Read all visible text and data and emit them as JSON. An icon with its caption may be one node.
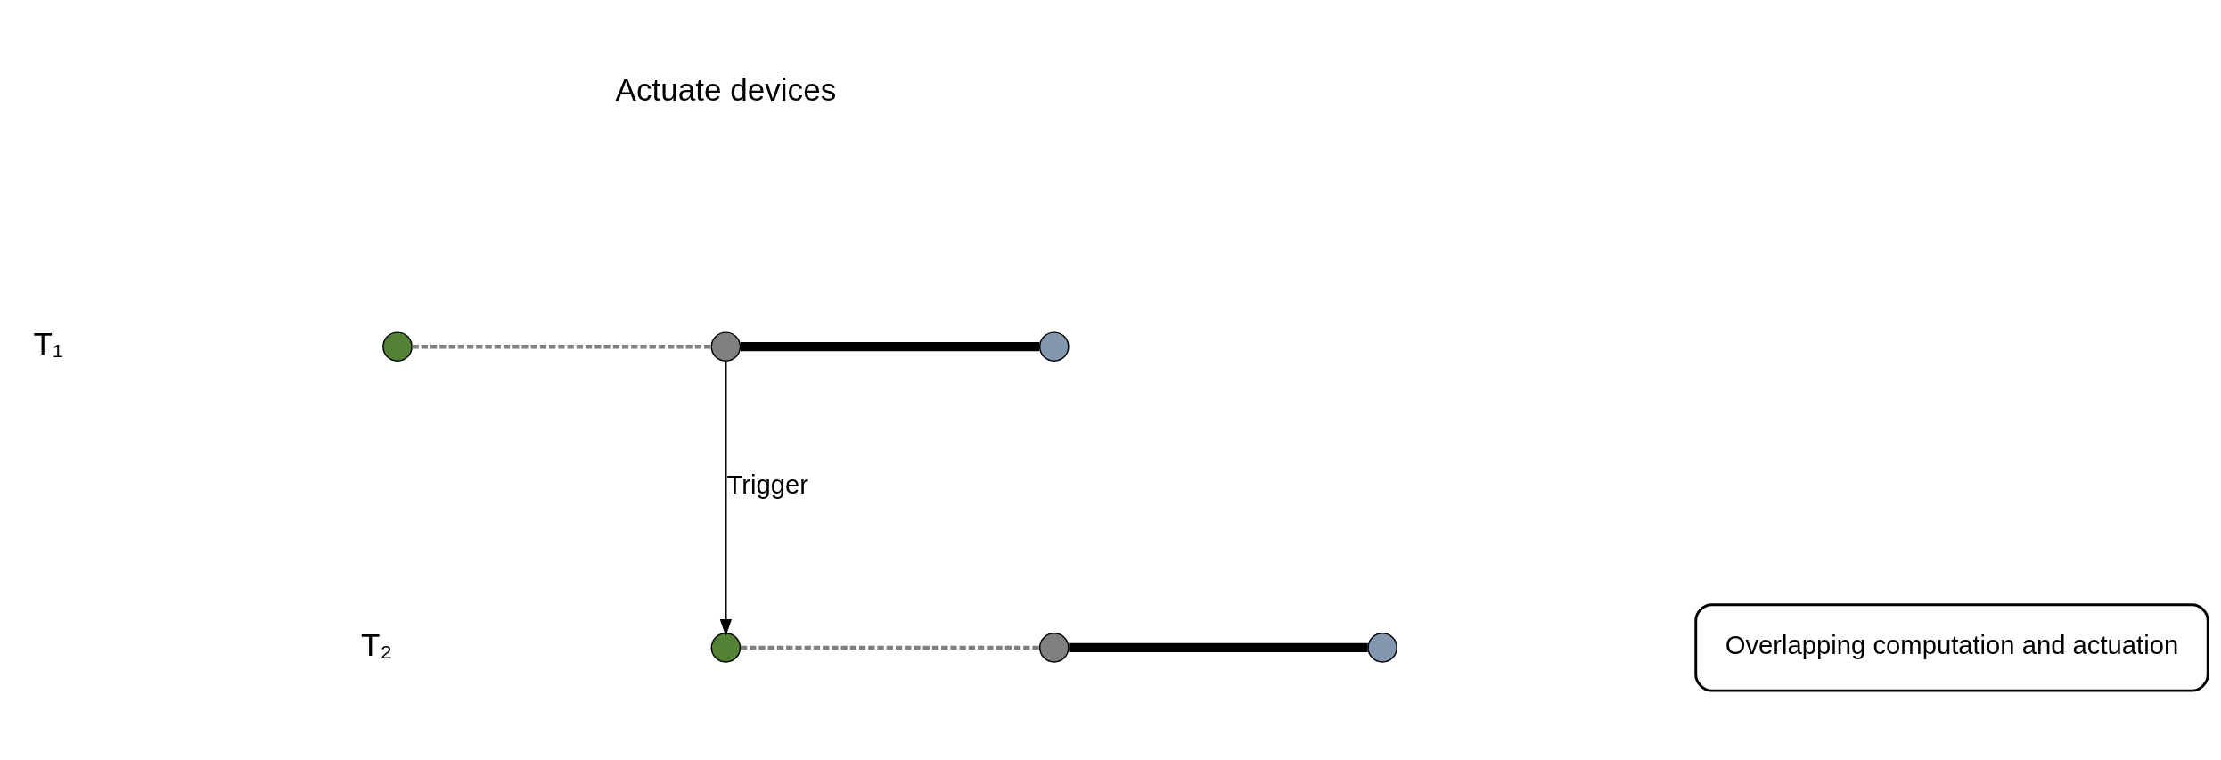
{
  "diagram": {
    "nodes": [
      {
        "text": [],
        "shape": "circle"
      },
      {
        "text": [],
        "shape": "circle"
      },
      {
        "text": [],
        "shape": "circle"
      },
      {
        "text": [],
        "shape": "circle"
      },
      {
        "text": [],
        "shape": "circle"
      },
      {
        "text": [],
        "shape": "circle"
      },
      {
        "text": [
          "Overlapping computation and actuation"
        ]
      }
    ],
    "edges": [
      {
        "from": 0,
        "to": 1,
        "arrow": "none",
        "style": "dashed",
        "color": "#7f7f7f"
      },
      {
        "from": 1,
        "to": 2,
        "arrow": "none",
        "style": "thick"
      },
      {
        "from": 1,
        "to": 3,
        "arrow": "to",
        "label": "Trigger"
      },
      {
        "from": 3,
        "to": 4,
        "arrow": "none",
        "style": "dashed",
        "color": "#7f7f7f"
      },
      {
        "from": 4,
        "to": 5,
        "arrow": "none",
        "style": "thick"
      }
    ],
    "labels": [
      "Actuate devices",
      "T₁",
      "T₂"
    ]
  }
}
